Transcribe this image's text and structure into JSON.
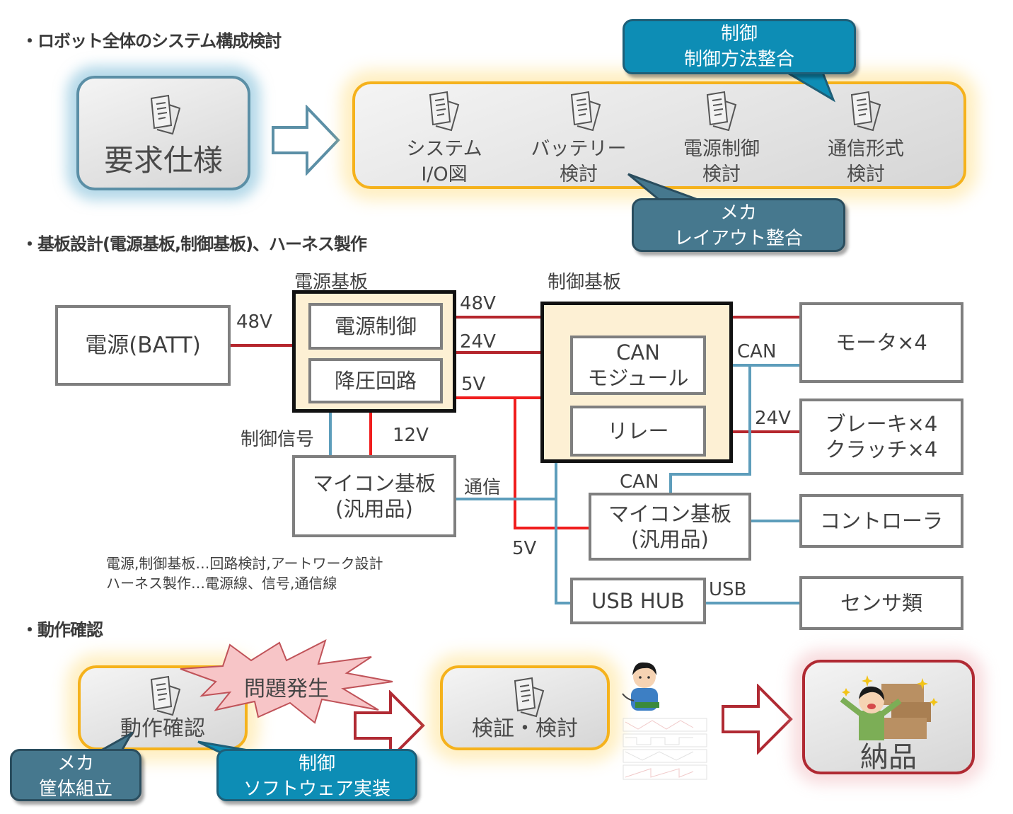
{
  "sections": {
    "system": {
      "heading": "・ロボット全体のシステム構成検討",
      "requirement": "要求仕様",
      "steps": [
        {
          "line1": "システム",
          "line2": "I/O図"
        },
        {
          "line1": "バッテリー",
          "line2": "検討"
        },
        {
          "line1": "電源制御",
          "line2": "検討"
        },
        {
          "line1": "通信形式",
          "line2": "検討"
        }
      ],
      "callout_control": {
        "line1": "制御",
        "line2": "制御方法整合"
      },
      "callout_mech": {
        "line1": "メカ",
        "line2": "レイアウト整合"
      }
    },
    "board": {
      "heading": "・基板設計(電源基板,制御基板)、ハーネス製作",
      "battery": "電源(BATT)",
      "power_board_title": "電源基板",
      "power_control": "電源制御",
      "step_down": "降圧回路",
      "control_board_title": "制御基板",
      "can_module_line1": "CAN",
      "can_module_line2": "モジュール",
      "relay": "リレー",
      "mcu1_line1": "マイコン基板",
      "mcu1_line2": "(汎用品)",
      "mcu2_line1": "マイコン基板",
      "mcu2_line2": "(汎用品)",
      "usb_hub": "USB HUB",
      "motor": "モータ×4",
      "brake_line1": "ブレーキ×4",
      "brake_line2": "クラッチ×4",
      "controller": "コントローラ",
      "sensors": "センサ類",
      "labels": {
        "batt_48v": "48V",
        "out_48v": "48V",
        "out_24v": "24V",
        "out_5v": "5V",
        "ctrl_signal": "制御信号",
        "v12": "12V",
        "comm": "通信",
        "can_top": "CAN",
        "relay_24v": "24V",
        "can_bottom": "CAN",
        "v5_bottom": "5V",
        "usb": "USB"
      },
      "notes": [
        "電源,制御基板…回路検討,アートワーク設計",
        "ハーネス製作…電源線、信号,通信線"
      ]
    },
    "operation": {
      "heading": "・動作確認",
      "check": "動作確認",
      "problem": "問題発生",
      "verify": "検証・検討",
      "delivery": "納品",
      "callout_mech": {
        "line1": "メカ",
        "line2": "筐体組立"
      },
      "callout_control": {
        "line1": "制御",
        "line2": "ソフトウェア実装"
      }
    }
  },
  "colors": {
    "power_dark": "#b5262d",
    "power_bright": "#f01d1d",
    "signal": "#5d9dbb",
    "control_callout": "#0d8db5",
    "mech_callout": "#46788e",
    "board_fill": "#fdf0d4"
  }
}
